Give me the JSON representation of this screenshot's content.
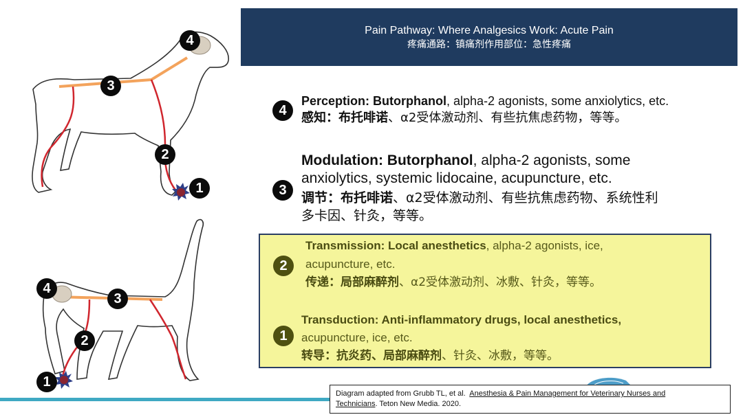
{
  "header": {
    "title_en": "Pain Pathway: Where Analgesics Work: Acute Pain",
    "title_zh": "疼痛通路：镇痛剂作用部位：急性疼痛"
  },
  "markers": {
    "m1": "1",
    "m2": "2",
    "m3": "3",
    "m4": "4"
  },
  "items": {
    "perception": {
      "number": "4",
      "en_bold": "Perception: Butorphanol",
      "en_rest": ", alpha-2 agonists, some anxiolytics, etc.",
      "zh_bold": "感知：布托啡诺",
      "zh_rest": "、α2受体激动剂、有些抗焦虑药物，等等。"
    },
    "modulation": {
      "number": "3",
      "en_bold": "Modulation: Butorphanol",
      "en_rest_line1": ", alpha-2 agonists, some",
      "en_line2": "anxiolytics, systemic lidocaine, acupuncture, etc.",
      "zh_bold": "调节：布托啡诺",
      "zh_rest_line1": "、α2受体激动剂、有些抗焦虑药物、系统性利",
      "zh_line2": "多卡因、针灸，等等。"
    },
    "transmission": {
      "number": "2",
      "en_bold": "Transmission: Local anesthetics",
      "en_rest_line1": ", alpha-2 agonists, ice,",
      "en_line2": "acupuncture, etc.",
      "zh_bold": "传递：局部麻醉剂",
      "zh_rest": "、α2受体激动剂、冰敷、针灸，等等。"
    },
    "transduction": {
      "number": "1",
      "en_bold": "Transduction: Anti-inflammatory drugs, local anesthetics,",
      "en_line2": "acupuncture, ice, etc.",
      "zh_bold": "转导：抗炎药、局部麻醉剂",
      "zh_rest": "、针灸、冰敷，等等。"
    }
  },
  "citation": {
    "prefix": "Diagram adapted from Grubb TL, et al.",
    "book_line1": "Anesthesia & Pain Management for Veterinary Nurses and",
    "book_line2": "Technicians",
    "suffix": ". Teton New Media. 2020."
  },
  "colors": {
    "header_bg": "#1f3b5f",
    "highlight": "#f5f59b",
    "nerve": "#d0262e",
    "spine": "#f3a35c",
    "accent_line": "#3fa9c3"
  }
}
